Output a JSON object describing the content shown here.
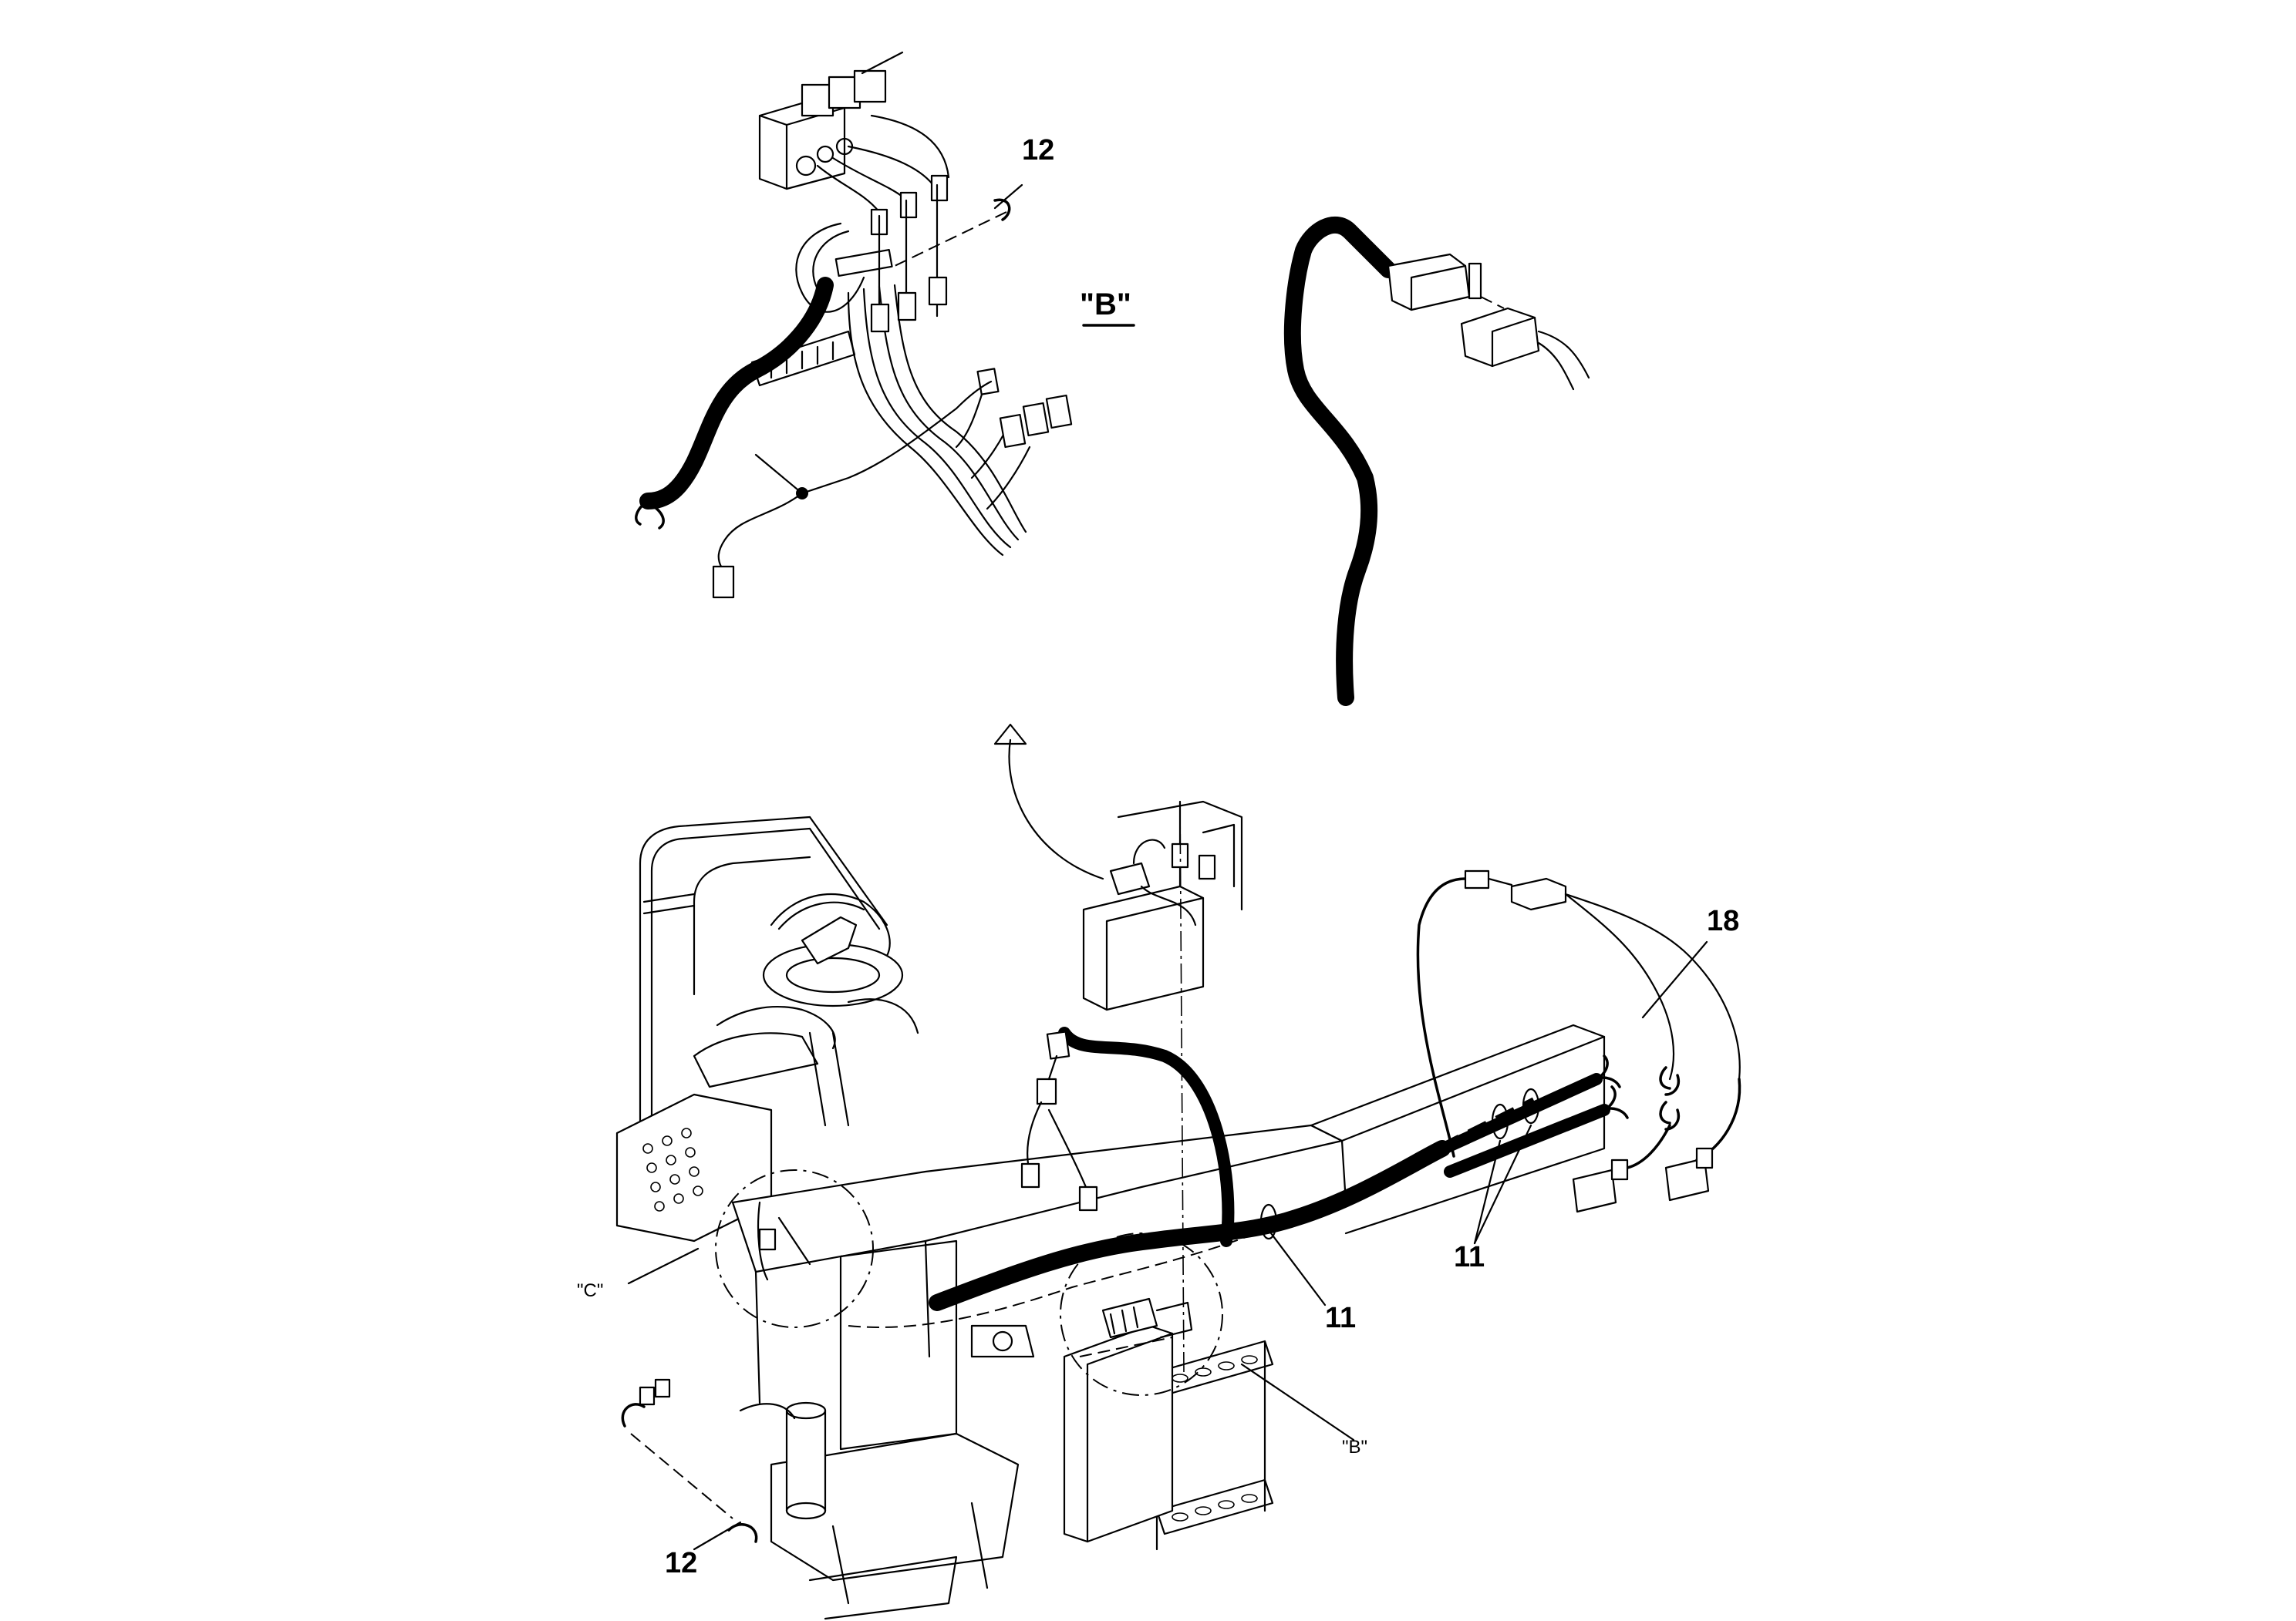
{
  "diagram": {
    "view_title": "\"B\"",
    "detail_refs": {
      "c": "\"C\"",
      "b": "\"B\""
    },
    "callouts": {
      "top_12": "12",
      "item_18": "18",
      "item_11_center": "11",
      "item_11_right": "11",
      "bottom_12": "12"
    }
  }
}
